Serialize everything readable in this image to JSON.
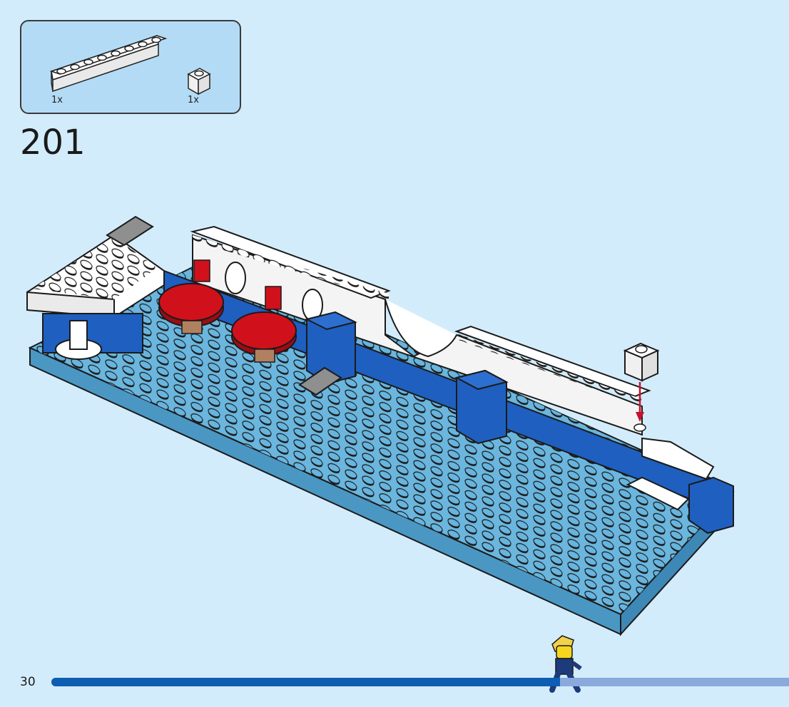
{
  "parts_list": {
    "items": [
      {
        "name": "white-brick-1x8",
        "qty": "1x"
      },
      {
        "name": "white-brick-1x1",
        "qty": "1x"
      }
    ]
  },
  "step": {
    "number": "201"
  },
  "page": {
    "number": "30"
  },
  "progress": {
    "fraction": 0.69
  },
  "colors": {
    "background": "#d3ecfb",
    "parts_box": "#b3dbf5",
    "progress_done": "#0d5db3",
    "progress_remaining": "#8aa9dc",
    "plate_light_blue": "#5aa9d6",
    "brick_blue": "#1f5fbf",
    "brick_white": "#ffffff",
    "brick_red": "#d0111b",
    "arrow_red": "#c8102e"
  }
}
